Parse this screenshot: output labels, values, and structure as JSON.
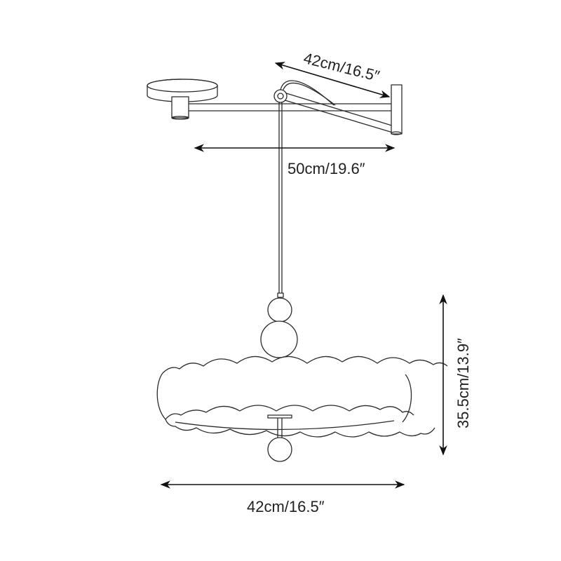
{
  "diagram": {
    "type": "product-dimension-drawing",
    "subject": "swing-arm wall-mounted pendant lamp with scalloped shade",
    "colors": {
      "line": "#2b2b2b",
      "text": "#231f20",
      "background": "#ffffff"
    },
    "dimensions": {
      "arm_reach": {
        "label": "42cm/16.5″"
      },
      "arm_width": {
        "label": "50cm/19.6″"
      },
      "shade_height": {
        "label": "35.5cm/13.9″"
      },
      "shade_width": {
        "label": "42cm/16.5″"
      }
    }
  }
}
